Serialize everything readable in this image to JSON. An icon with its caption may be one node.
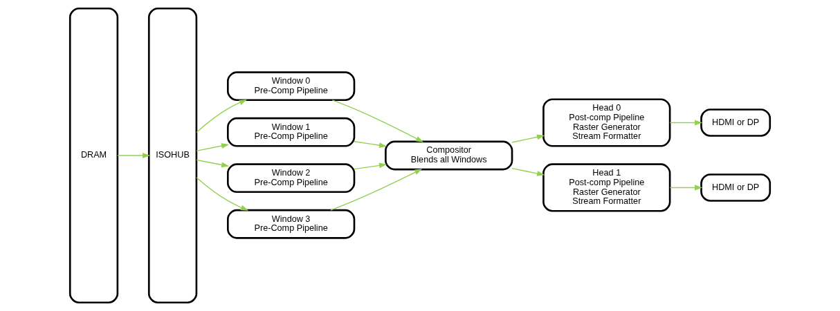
{
  "diagram": {
    "nodes": [
      {
        "text": [
          "DRAM"
        ]
      },
      {
        "text": [
          "ISOHUB"
        ]
      },
      {
        "text": [
          "Window 0",
          "Pre-Comp Pipeline"
        ]
      },
      {
        "text": [
          "Window 1",
          "Pre-Comp Pipeline"
        ]
      },
      {
        "text": [
          "Window 2",
          "Pre-Comp Pipeline"
        ]
      },
      {
        "text": [
          "Window 3",
          "Pre-Comp Pipeline"
        ]
      },
      {
        "text": [
          "Compositor",
          "Blends all Windows"
        ]
      },
      {
        "text": [
          "Head 0",
          "Post-comp Pipeline",
          "Raster Generator",
          "Stream Formatter"
        ]
      },
      {
        "text": [
          "Head 1",
          "Post-comp Pipeline",
          "Raster Generator",
          "Stream Formatter"
        ]
      },
      {
        "text": [
          "HDMI or DP"
        ]
      },
      {
        "text": [
          "HDMI or DP"
        ]
      }
    ],
    "edges": [
      {
        "from": 0,
        "to": 1,
        "arrow": "to"
      },
      {
        "from": 1,
        "to": 2,
        "arrow": "to"
      },
      {
        "from": 1,
        "to": 3,
        "arrow": "to"
      },
      {
        "from": 1,
        "to": 4,
        "arrow": "to"
      },
      {
        "from": 1,
        "to": 5,
        "arrow": "to"
      },
      {
        "from": 2,
        "to": 6,
        "arrow": "to"
      },
      {
        "from": 3,
        "to": 6,
        "arrow": "to"
      },
      {
        "from": 4,
        "to": 6,
        "arrow": "to"
      },
      {
        "from": 5,
        "to": 6,
        "arrow": "to"
      },
      {
        "from": 6,
        "to": 7,
        "arrow": "to"
      },
      {
        "from": 6,
        "to": 8,
        "arrow": "to"
      },
      {
        "from": 7,
        "to": 9,
        "arrow": "to"
      },
      {
        "from": 8,
        "to": 10,
        "arrow": "to"
      }
    ]
  }
}
